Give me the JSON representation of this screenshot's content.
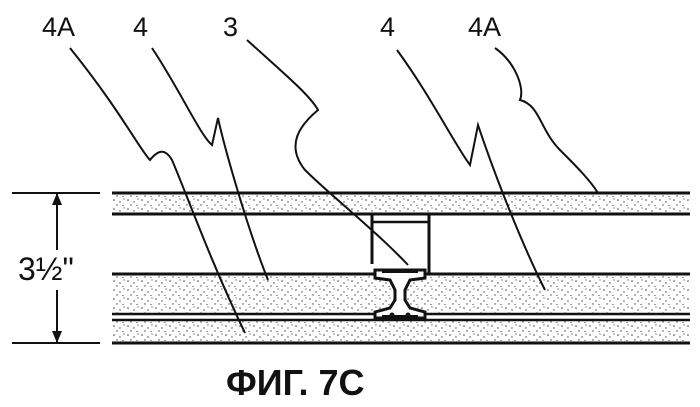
{
  "figure": {
    "caption": "ФИГ. 7С",
    "dimension_label": "3½\"",
    "reference_labels": {
      "ref_4a_left": "4A",
      "ref_4_left": "4",
      "ref_3": "3",
      "ref_4_right": "4",
      "ref_4a_right": "4A"
    },
    "colors": {
      "ink": "#111111",
      "background": "#ffffff",
      "speckle": "#444444"
    }
  }
}
